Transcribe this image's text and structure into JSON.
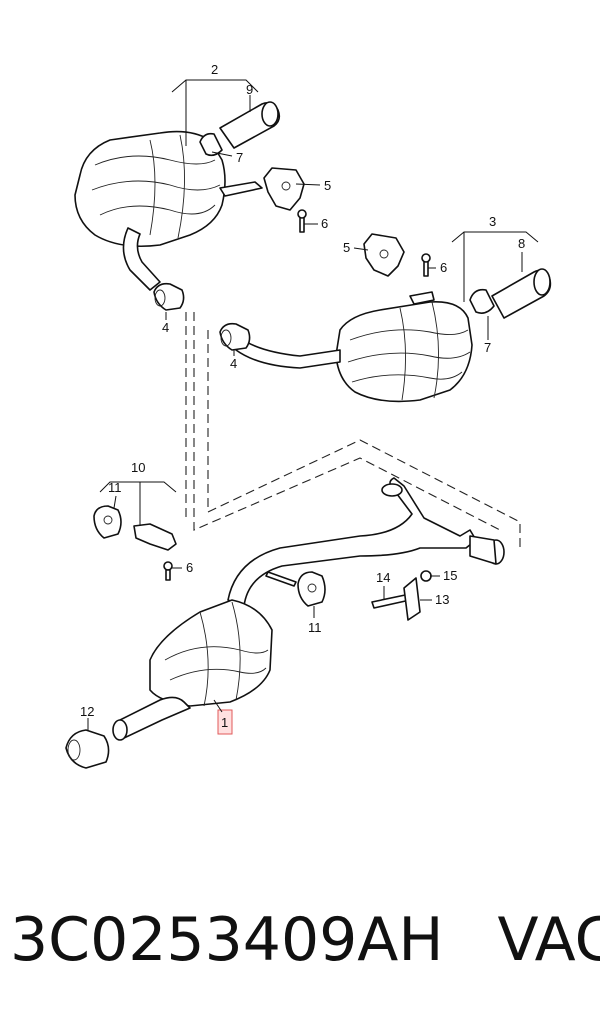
{
  "diagram": {
    "labels": {
      "l1": "1",
      "l2": "2",
      "l3": "3",
      "l4a": "4",
      "l4b": "4",
      "l5a": "5",
      "l5b": "5",
      "l6a": "6",
      "l6b": "6",
      "l6c": "6",
      "l7a": "7",
      "l7b": "7",
      "l8": "8",
      "l9": "9",
      "l10": "10",
      "l11a": "11",
      "l11b": "11",
      "l12": "12",
      "l13": "13",
      "l14": "14",
      "l15": "15"
    },
    "highlight_color": "#e05a5a"
  },
  "footer": {
    "part_number": "3C0253409AH",
    "brand": "VAG"
  }
}
